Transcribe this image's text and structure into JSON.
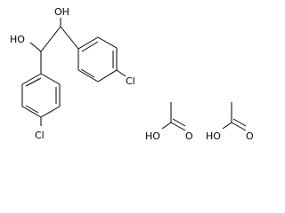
{
  "molecule": {
    "diol": {
      "labels": {
        "hydroxyl_upper": "OH",
        "hydroxyl_left": "HO",
        "chloro_right": "Cl",
        "chloro_bottom": "Cl"
      }
    },
    "acetic_acid_1": {
      "hydroxyl_label": "HO",
      "carbonyl_label": "O"
    },
    "acetic_acid_2": {
      "hydroxyl_label": "HO",
      "carbonyl_label": "O"
    }
  },
  "colors": {
    "bond": "#000000",
    "text": "#000000",
    "background": "#ffffff"
  }
}
